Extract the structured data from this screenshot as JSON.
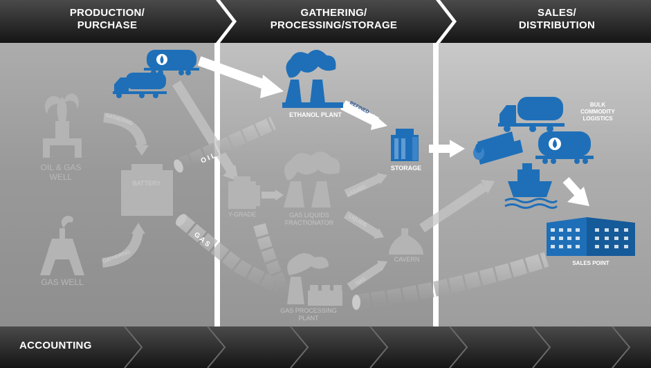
{
  "stages": [
    {
      "line1": "PRODUCTION/",
      "line2": "PURCHASE"
    },
    {
      "line1": "GATHERING/",
      "line2": "PROCESSING/STORAGE"
    },
    {
      "line1": "SALES/",
      "line2": "DISTRIBUTION"
    }
  ],
  "footer": {
    "label": "ACCOUNTING"
  },
  "nodes": {
    "oil_gas_well": {
      "line1": "OIL & GAS",
      "line2": "WELL"
    },
    "gas_well": "GAS WELL",
    "battery": "BATTERY",
    "ethanol_plant": "ETHANOL PLANT",
    "storage": "STORAGE",
    "y_grade": "Y-GRADE",
    "gas_liquids_fractionator": {
      "line1": "GAS LIQUIDS",
      "line2": "FRACTIONATOR"
    },
    "cavern": "CAVERN",
    "gas_processing_plant": {
      "line1": "GAS PROCESSING",
      "line2": "PLANT"
    },
    "bulk_commodity_logistics": {
      "line1": "BULK",
      "line2": "COMMODITY",
      "line3": "LOGISTICS"
    },
    "sales_point": "SALES POINT"
  },
  "flow_labels": {
    "gathering_top": "GATHERING",
    "gathering_bottom": "GATHERING",
    "oil": "O  I  L",
    "gas": "G  A  S",
    "refined": "REFINED",
    "liquids_1": "LIQUIDS",
    "liquids_2": "LIQUIDS",
    "gas_short": "GAS"
  },
  "colors": {
    "accent_blue": "#1e6fb8",
    "header_dark": "#2a2a2a",
    "panel_gray": "#9c9c9c",
    "ghost_gray": "#b3b3b3",
    "white": "#ffffff"
  }
}
